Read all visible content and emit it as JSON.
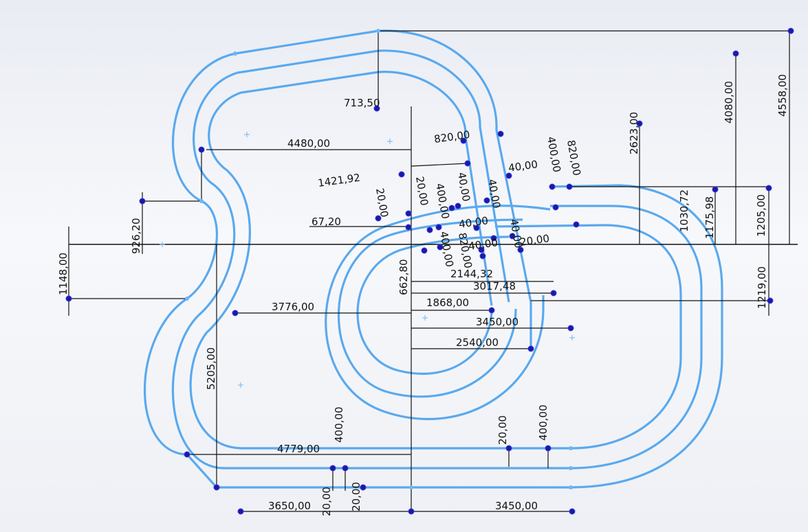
{
  "sketch": {
    "track_color": "#5aa9ee",
    "point_color": "#1a1aa8",
    "dims": [
      "713,50",
      "4480,00",
      "820,00",
      "1421,92",
      "67,20",
      "926,20",
      "1148,00",
      "3776,00",
      "5205,00",
      "662,80",
      "2144,32",
      "3017,48",
      "1868,00",
      "3450,00",
      "2540,00",
      "4779,00",
      "400,00",
      "20,00",
      "400,00",
      "3650,00",
      "20,00",
      "20,00",
      "3450,00",
      "2623,00",
      "4080,00",
      "4558,00",
      "400,00",
      "820,00",
      "40,00",
      "1030,72",
      "1175,98",
      "1205,00",
      "1219,00",
      "20,00",
      "20,00",
      "400,00",
      "40,00",
      "40,00",
      "40,00",
      "40,00",
      "820,00",
      "400,00",
      "20,00",
      "40,00"
    ]
  }
}
